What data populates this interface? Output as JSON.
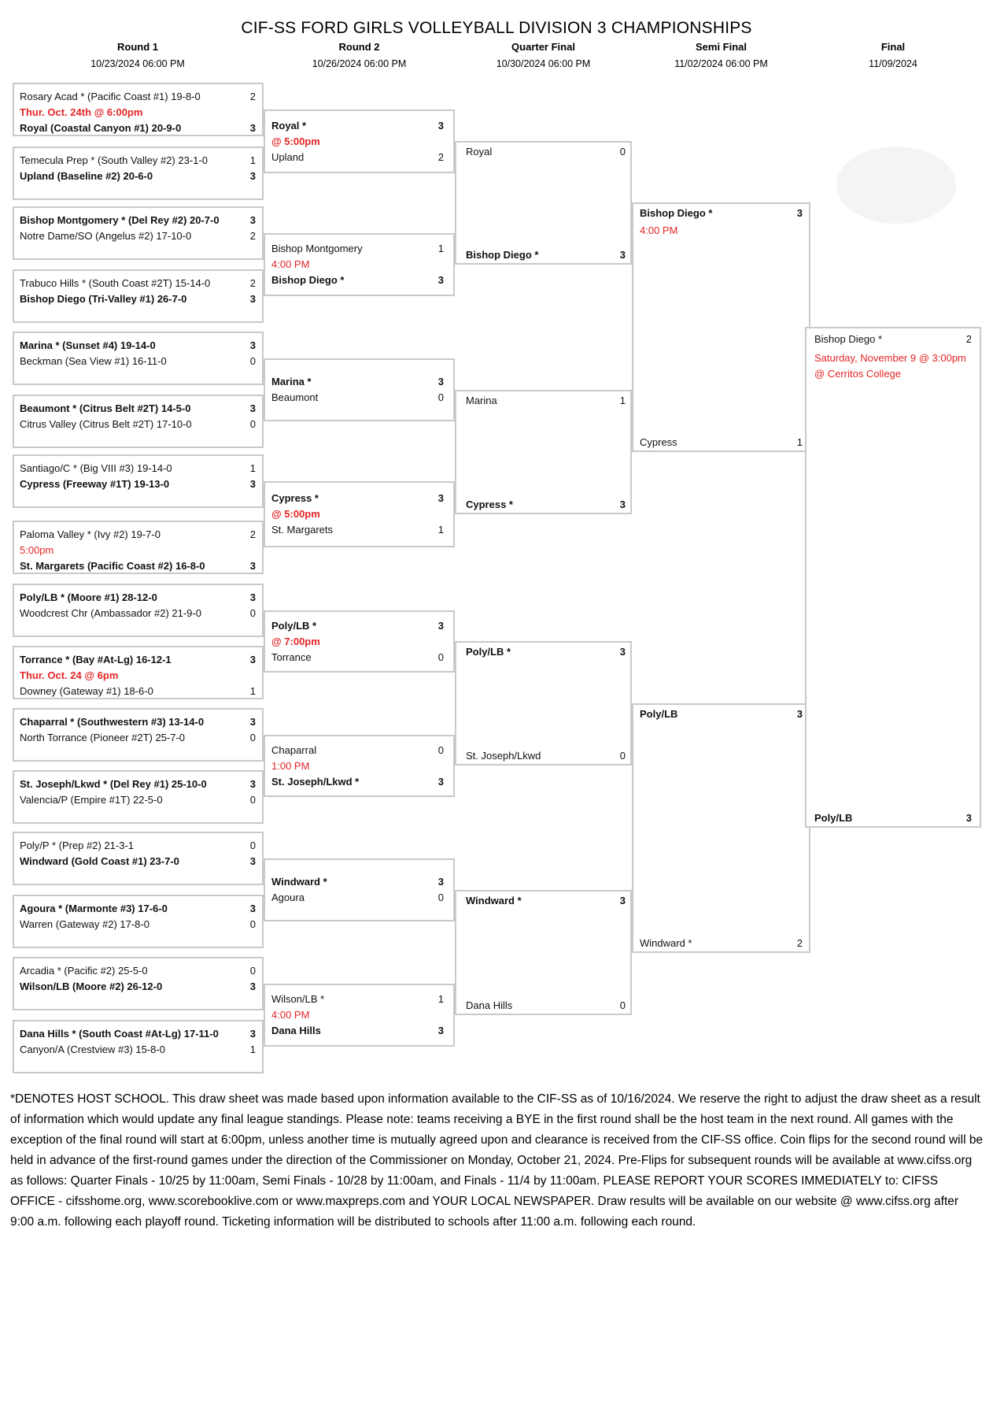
{
  "title": "CIF-SS FORD GIRLS VOLLEYBALL DIVISION 3 CHAMPIONSHIPS",
  "columns": [
    {
      "label": "Round 1",
      "date": "10/23/2024 06:00 PM"
    },
    {
      "label": "Round 2",
      "date": "10/26/2024 06:00 PM"
    },
    {
      "label": "Quarter Final",
      "date": "10/30/2024 06:00 PM"
    },
    {
      "label": "Semi Final",
      "date": "11/02/2024 06:00 PM"
    },
    {
      "label": "Final",
      "date": "11/09/2024"
    }
  ],
  "colors": {
    "schedule_red": "#e42527",
    "border_grey": "#c9c9c9"
  },
  "round1": [
    {
      "team1": {
        "name": "Rosary Acad * (Pacific Coast #1) 19-8-0",
        "score": "2"
      },
      "schedule": "Thur. Oct. 24th @ 6:00pm",
      "team2": {
        "name": "Royal (Coastal Canyon #1) 20-9-0",
        "score": "3"
      }
    },
    {
      "team1": {
        "name": "Temecula Prep * (South Valley #2) 23-1-0",
        "score": "1"
      },
      "team2": {
        "name": "Upland (Baseline #2) 20-6-0",
        "score": "3"
      }
    },
    {
      "team1": {
        "name": "Bishop Montgomery * (Del Rey #2) 20-7-0",
        "score": "3"
      },
      "team2": {
        "name": "Notre Dame/SO (Angelus #2) 17-10-0",
        "score": "2"
      }
    },
    {
      "team1": {
        "name": "Trabuco Hills * (South Coast #2T) 15-14-0",
        "score": "2"
      },
      "team2": {
        "name": "Bishop Diego (Tri-Valley #1) 26-7-0",
        "score": "3"
      }
    },
    {
      "team1": {
        "name": "Marina * (Sunset #4) 19-14-0",
        "score": "3"
      },
      "team2": {
        "name": "Beckman (Sea View #1) 16-11-0",
        "score": "0"
      }
    },
    {
      "team1": {
        "name": "Beaumont * (Citrus Belt #2T) 14-5-0",
        "score": "3"
      },
      "team2": {
        "name": "Citrus Valley (Citrus Belt #2T) 17-10-0",
        "score": "0"
      }
    },
    {
      "team1": {
        "name": "Santiago/C * (Big VIII #3) 19-14-0",
        "score": "1"
      },
      "team2": {
        "name": "Cypress (Freeway #1T) 19-13-0",
        "score": "3"
      }
    },
    {
      "team1": {
        "name": "Paloma Valley * (Ivy #2) 19-7-0",
        "score": "2"
      },
      "schedule": "5:00pm",
      "team2": {
        "name": "St. Margarets (Pacific Coast #2) 16-8-0",
        "score": "3"
      }
    },
    {
      "team1": {
        "name": "Poly/LB * (Moore #1) 28-12-0",
        "score": "3"
      },
      "team2": {
        "name": "Woodcrest Chr (Ambassador #2) 21-9-0",
        "score": "0"
      }
    },
    {
      "team1": {
        "name": "Torrance * (Bay #At-Lg) 16-12-1",
        "score": "3"
      },
      "schedule": "Thur. Oct. 24 @ 6pm",
      "team2": {
        "name": "Downey (Gateway #1) 18-6-0",
        "score": "1"
      }
    },
    {
      "team1": {
        "name": "Chaparral * (Southwestern #3) 13-14-0",
        "score": "3"
      },
      "team2": {
        "name": "North Torrance (Pioneer #2T) 25-7-0",
        "score": "0"
      }
    },
    {
      "team1": {
        "name": "St. Joseph/Lkwd * (Del Rey #1) 25-10-0",
        "score": "3"
      },
      "team2": {
        "name": "Valencia/P (Empire #1T) 22-5-0",
        "score": "0"
      }
    },
    {
      "team1": {
        "name": "Poly/P * (Prep #2) 21-3-1",
        "score": "0"
      },
      "team2": {
        "name": "Windward (Gold Coast #1) 23-7-0",
        "score": "3"
      }
    },
    {
      "team1": {
        "name": "Agoura * (Marmonte #3) 17-6-0",
        "score": "3"
      },
      "team2": {
        "name": "Warren (Gateway #2) 17-8-0",
        "score": "0"
      }
    },
    {
      "team1": {
        "name": "Arcadia * (Pacific #2) 25-5-0",
        "score": "0"
      },
      "team2": {
        "name": "Wilson/LB (Moore #2) 26-12-0",
        "score": "3"
      }
    },
    {
      "team1": {
        "name": "Dana Hills * (South Coast #At-Lg) 17-11-0",
        "score": "3"
      },
      "team2": {
        "name": "Canyon/A (Crestview #3) 15-8-0",
        "score": "1"
      }
    }
  ],
  "round2": [
    {
      "team1": {
        "name": "Royal *",
        "score": "3"
      },
      "schedule": "@ 5:00pm",
      "team2": {
        "name": "Upland",
        "score": "2"
      }
    },
    {
      "team1": {
        "name": "Bishop Montgomery",
        "score": "1"
      },
      "schedule": "4:00 PM",
      "team2": {
        "name": "Bishop Diego *",
        "score": "3"
      }
    },
    {
      "team1": {
        "name": "Marina *",
        "score": "3"
      },
      "team2": {
        "name": "Beaumont",
        "score": "0"
      }
    },
    {
      "team1": {
        "name": "Cypress *",
        "score": "3"
      },
      "schedule": "@ 5:00pm",
      "team2": {
        "name": "St. Margarets",
        "score": "1"
      }
    },
    {
      "team1": {
        "name": "Poly/LB *",
        "score": "3"
      },
      "schedule": "@ 7:00pm",
      "team2": {
        "name": "Torrance",
        "score": "0"
      }
    },
    {
      "team1": {
        "name": "Chaparral",
        "score": "0"
      },
      "schedule": "1:00 PM",
      "team2": {
        "name": "St. Joseph/Lkwd *",
        "score": "3"
      }
    },
    {
      "team1": {
        "name": "Windward *",
        "score": "3"
      },
      "team2": {
        "name": "Agoura",
        "score": "0"
      }
    },
    {
      "team1": {
        "name": "Wilson/LB *",
        "score": "1"
      },
      "schedule": "4:00 PM",
      "team2": {
        "name": "Dana Hills",
        "score": "3"
      }
    }
  ],
  "quarterfinals": [
    {
      "team1": {
        "name": "Royal",
        "score": "0"
      },
      "team2": {
        "name": "Bishop Diego *",
        "score": "3"
      }
    },
    {
      "team1": {
        "name": "Marina",
        "score": "1"
      },
      "team2": {
        "name": "Cypress *",
        "score": "3"
      }
    },
    {
      "team1": {
        "name": "Poly/LB *",
        "score": "3"
      },
      "team2": {
        "name": "St. Joseph/Lkwd",
        "score": "0"
      }
    },
    {
      "team1": {
        "name": "Windward *",
        "score": "3"
      },
      "team2": {
        "name": "Dana Hills",
        "score": "0"
      }
    }
  ],
  "semifinals": [
    {
      "team1": {
        "name": "Bishop Diego *",
        "score": "3"
      },
      "schedule": "4:00 PM",
      "team2": {
        "name": "Cypress",
        "score": "1"
      }
    },
    {
      "team1": {
        "name": "Poly/LB",
        "score": "3"
      },
      "team2": {
        "name": "Windward *",
        "score": "2"
      }
    }
  ],
  "final": {
    "team1": {
      "name": "Bishop Diego *",
      "score": "2"
    },
    "schedule_line1": "Saturday, November 9 @ 3:00pm",
    "schedule_line2": "@ Cerritos College",
    "team2": {
      "name": "Poly/LB",
      "score": "3"
    }
  },
  "footer": "*DENOTES HOST SCHOOL. This draw sheet was made based upon information available to the CIF-SS as of 10/16/2024. We reserve the right to adjust the draw sheet as a result of information which would update any final league standings. Please note: teams receiving a BYE in the first round shall be the host team in the next round. All games with the exception of the final round will start at 6:00pm, unless another time is mutually agreed upon and clearance is received from the CIF-SS office. Coin flips for the second round will be held in advance of the first-round games under the direction of the Commissioner on Monday, October 21, 2024. Pre-Flips for subsequent rounds will be available at www.cifss.org as follows: Quarter Finals - 10/25 by 11:00am, Semi Finals - 10/28 by 11:00am, and Finals - 11/4 by 11:00am. PLEASE REPORT YOUR SCORES IMMEDIATELY to: CIFSS OFFICE - cifsshome.org, www.scorebooklive.com or www.maxpreps.com and YOUR LOCAL NEWSPAPER. Draw results will be available on our website @ www.cifss.org after 9:00 a.m. following each playoff round. Ticketing information will be distributed to schools after 11:00 a.m. following each round."
}
